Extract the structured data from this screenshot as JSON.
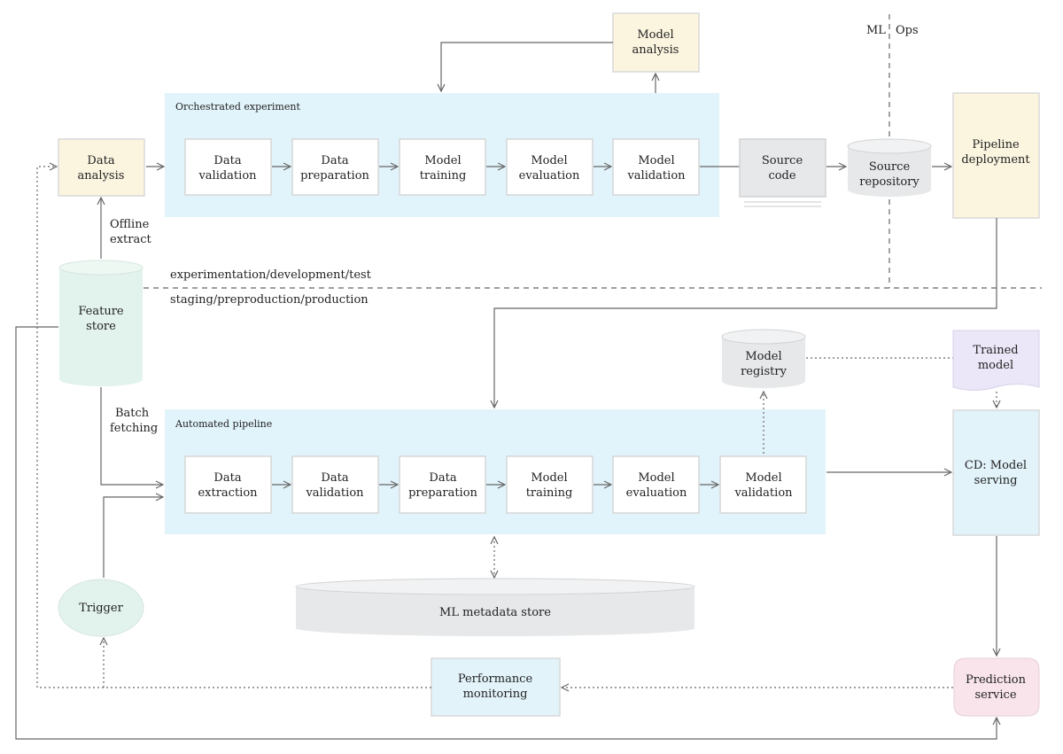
{
  "colors": {
    "yellow": "#fbf5df",
    "blue": "#e2f3fa",
    "green": "#e2f2ec",
    "grey": "#e6e8ea",
    "purple": "#ebe7f8",
    "pink": "#f8e4ea"
  },
  "divider": {
    "ml": "ML",
    "ops": "Ops"
  },
  "zones": {
    "top": "experimentation/development/test",
    "bottom": "staging/preproduction/production"
  },
  "model_analysis": [
    "Model",
    "analysis"
  ],
  "experiment": {
    "title": "Orchestrated experiment",
    "steps": [
      [
        "Data",
        "validation"
      ],
      [
        "Data",
        "preparation"
      ],
      [
        "Model",
        "training"
      ],
      [
        "Model",
        "evaluation"
      ],
      [
        "Model",
        "validation"
      ]
    ]
  },
  "data_analysis": [
    "Data",
    "analysis"
  ],
  "offline_extract": [
    "Offline",
    "extract"
  ],
  "feature_store": [
    "Feature",
    "store"
  ],
  "batch_fetching": [
    "Batch",
    "fetching"
  ],
  "source_code": [
    "Source",
    "code"
  ],
  "source_repository": [
    "Source",
    "repository"
  ],
  "pipeline_deployment": [
    "Pipeline",
    "deployment"
  ],
  "model_registry": [
    "Model",
    "registry"
  ],
  "trained_model": [
    "Trained",
    "model"
  ],
  "pipeline": {
    "title": "Automated pipeline",
    "steps": [
      [
        "Data",
        "extraction"
      ],
      [
        "Data",
        "validation"
      ],
      [
        "Data",
        "preparation"
      ],
      [
        "Model",
        "training"
      ],
      [
        "Model",
        "evaluation"
      ],
      [
        "Model",
        "validation"
      ]
    ]
  },
  "cd_serving": [
    "CD: Model",
    "serving"
  ],
  "metadata_store": "ML metadata store",
  "trigger": "Trigger",
  "performance_monitoring": [
    "Performance",
    "monitoring"
  ],
  "prediction_service": [
    "Prediction",
    "service"
  ]
}
